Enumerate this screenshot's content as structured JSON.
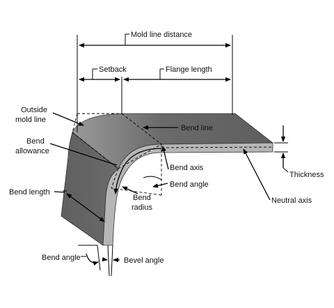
{
  "labels": {
    "mold_line_distance": "Mold line distance",
    "setback": "Setback",
    "flange_length": "Flange length",
    "outside_mold_line_1": "Outside",
    "outside_mold_line_2": "mold line",
    "bend_line": "Bend line",
    "bend_allowance_1": "Bend",
    "bend_allowance_2": "allowance",
    "bend_axis": "Bend axis",
    "bend_angle_right": "Bend angle",
    "bend_radius_1": "Bend",
    "bend_radius_2": "radius",
    "thickness": "Thickness",
    "neutral_axis": "Neutral axis",
    "bend_length": "Bend length",
    "bend_angle_bottom": "Bend angle",
    "bevel_angle": "Bevel angle"
  },
  "colors": {
    "top_face": "#6e6e6e",
    "front_face": "#555555",
    "edge": "#b4b4b4",
    "lines": "#000000"
  }
}
